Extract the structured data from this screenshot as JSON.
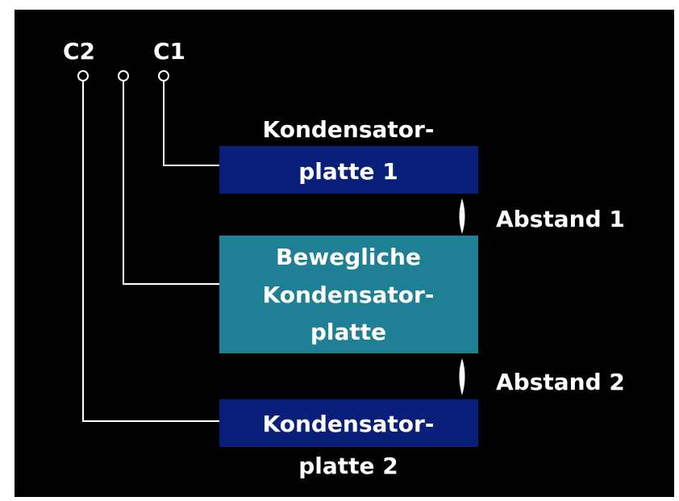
{
  "terminals": {
    "c2_label": "C2",
    "c1_label": "C1"
  },
  "plate_top": {
    "line1": "Kondensator-",
    "line2": "platte 1"
  },
  "plate_middle": {
    "line1": "Bewegliche",
    "line2": "Kondensator-",
    "line3": "platte"
  },
  "plate_bottom": {
    "line1": "Kondensator-",
    "line2": "platte 2"
  },
  "gaps": {
    "gap1_label": "Abstand 1",
    "gap2_label": "Abstand 2"
  },
  "colors": {
    "background": "#000000",
    "fixed_plate": "#0a1f7a",
    "movable_plate": "#1f7f95",
    "text": "#ffffff",
    "wire": "#ffffff"
  }
}
